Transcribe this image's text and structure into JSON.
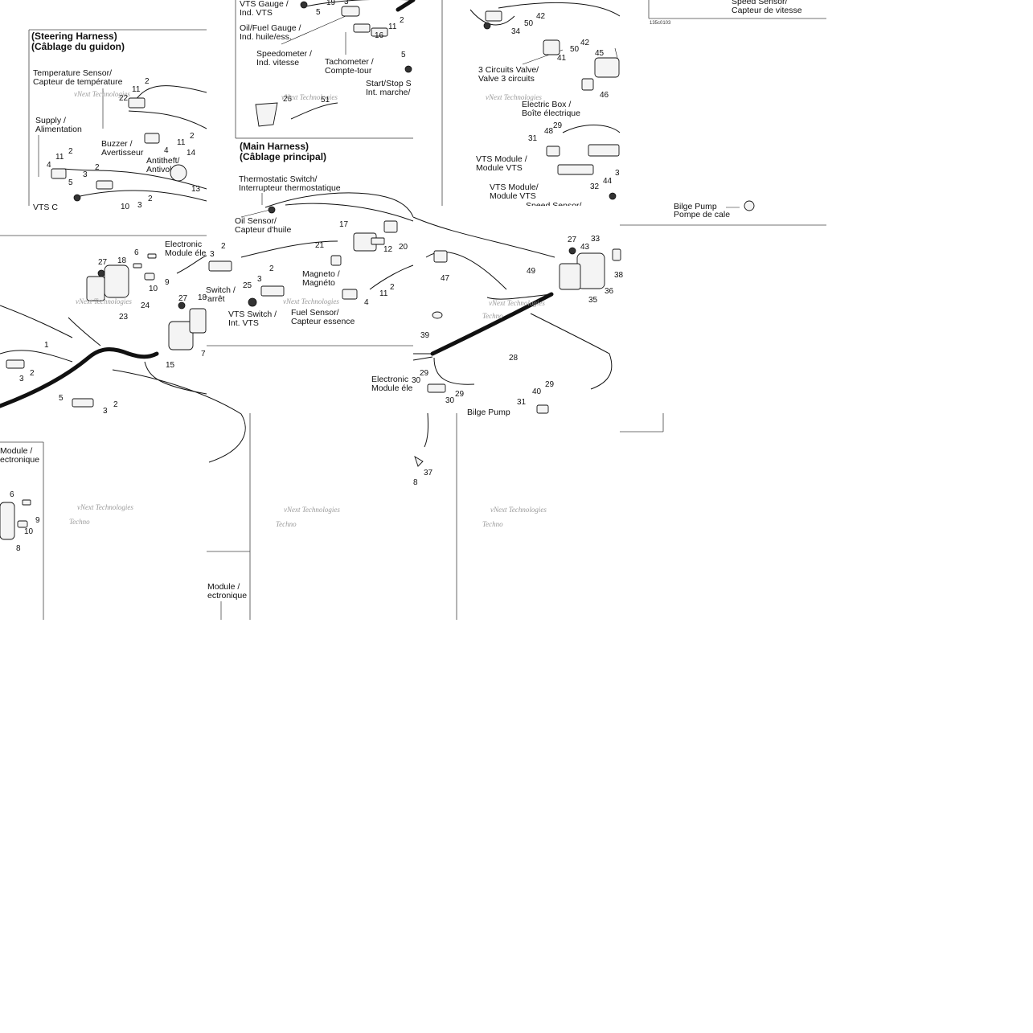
{
  "figure_code": "135c0103",
  "watermark": [
    "vNext Technologies",
    "Techno"
  ],
  "headers": {
    "steering": [
      "(Steering Harness)",
      "(Câblage du guidon)"
    ],
    "main": [
      "(Main Harness)",
      "(Câblage principal)"
    ]
  },
  "labels": {
    "vts_gauge": [
      "VTS Gauge /",
      "Ind. VTS"
    ],
    "oil_fuel_gauge": [
      "Oil/Fuel Gauge /",
      "Ind. huile/ess."
    ],
    "speedometer": [
      "Speedometer /",
      "Ind. vitesse"
    ],
    "tachometer": [
      "Tachometer /",
      "Compte-tour"
    ],
    "start_stop": [
      "Start/Stop S",
      "Int. marche/"
    ],
    "temperature": [
      "Temperature Sensor/",
      "Capteur de température"
    ],
    "supply": [
      "Supply /",
      "Alimentation"
    ],
    "buzzer": [
      "Buzzer /",
      "Avertisseur"
    ],
    "antitheft": [
      "Antitheft/",
      "Antivol"
    ],
    "vts_c": [
      "VTS C"
    ],
    "valve3": [
      "3 Circuits Valve/",
      "Valve 3 circuits"
    ],
    "electric_box": [
      "Electric Box /",
      "Boîte électrique"
    ],
    "vts_module_1": [
      "VTS Module /",
      "Module VTS"
    ],
    "vts_module_2": [
      "VTS Module/",
      "Module VTS"
    ],
    "speed_sensor_mid": [
      "Speed Sensor/"
    ],
    "speed_sensor_top": [
      "Speed Sensor/",
      "Capteur de vitesse"
    ],
    "bilge_top": [
      "Bilge Pump",
      "Pompe de cale"
    ],
    "thermostatic": [
      "Thermostatic Switch/",
      "Interrupteur thermostatique"
    ],
    "oil_sensor": [
      "Oil Sensor/",
      "Capteur d'huile"
    ],
    "magneto": [
      "Magneto /",
      "Magnéto"
    ],
    "vts_switch": [
      "VTS Switch /",
      "Int. VTS"
    ],
    "fuel_sensor": [
      "Fuel Sensor/",
      "Capteur essence"
    ],
    "electronic_left": [
      "Electronic",
      "Module éle"
    ],
    "switch_arret": [
      "Switch /",
      "'arrêt"
    ],
    "electronic_right": [
      "Electronic",
      "Module éle"
    ],
    "bilge_bottom": [
      "Bilge Pump"
    ],
    "module_left": [
      "Module /",
      "ectronique"
    ],
    "module_mid": [
      "Module /",
      "ectronique"
    ]
  },
  "callouts": {
    "top_mid": [
      "5",
      "19",
      "3",
      "11",
      "2",
      "16",
      "5",
      "26",
      "51"
    ],
    "top_right": [
      "42",
      "50",
      "34",
      "42",
      "50",
      "41",
      "45",
      "46",
      "48",
      "29",
      "31",
      "3",
      "32",
      "44"
    ],
    "steering": [
      "2",
      "11",
      "22",
      "4",
      "11",
      "2",
      "11",
      "2",
      "14",
      "4",
      "3",
      "2",
      "5",
      "13",
      "2",
      "10",
      "3"
    ],
    "main": [
      "17",
      "21",
      "20",
      "12",
      "2",
      "3",
      "25",
      "4",
      "11",
      "2"
    ],
    "left_mid": [
      "2",
      "3",
      "6",
      "18",
      "9",
      "10",
      "27",
      "24",
      "23",
      "27",
      "18",
      "1",
      "7",
      "15",
      "2",
      "3",
      "5",
      "2",
      "3"
    ],
    "right_mid": [
      "47",
      "27",
      "33",
      "43",
      "38",
      "49",
      "36",
      "35",
      "39",
      "28",
      "29",
      "30",
      "29",
      "29",
      "40",
      "30",
      "31"
    ],
    "bottom": [
      "6",
      "9",
      "10",
      "8",
      "37",
      "8"
    ]
  }
}
